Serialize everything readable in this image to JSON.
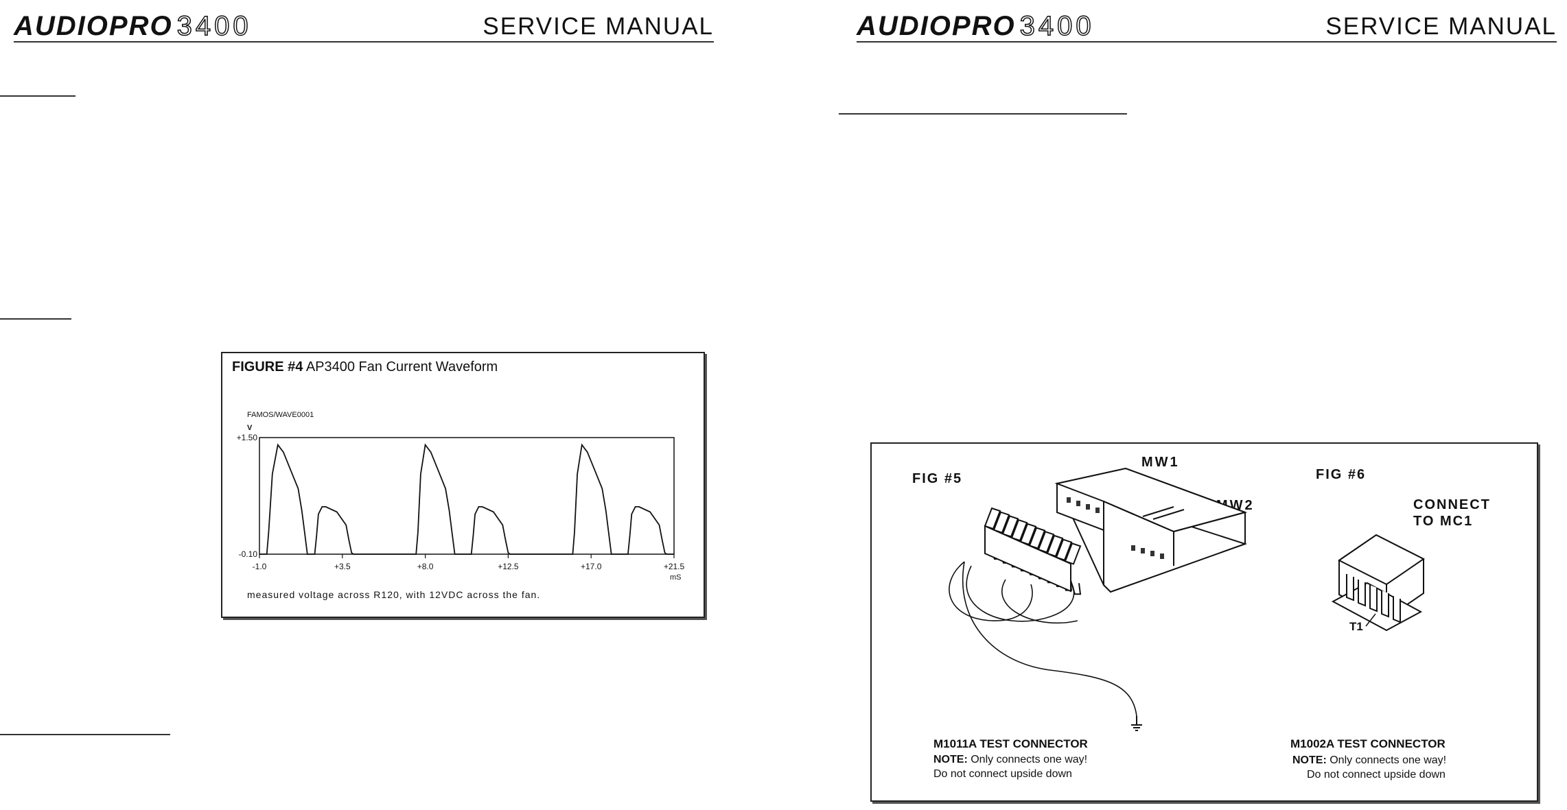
{
  "header": {
    "brand_word": "AUDIOPRO",
    "brand_number": "3400",
    "title": "SERVICE MANUAL"
  },
  "figure4": {
    "title_bold": "FIGURE #4",
    "title_rest": "AP3400 Fan Current Waveform",
    "source_label": "FAMOS/WAVE0001",
    "y_unit": "V",
    "caption": "measured voltage across R120, with 12VDC across the fan.",
    "chart_data": {
      "type": "line",
      "x_unit": "mS",
      "y_unit": "V",
      "xlim": [
        -1.0,
        21.5
      ],
      "ylim": [
        -0.1,
        1.5
      ],
      "x_ticks": [
        "-1.0",
        "+3.5",
        "+8.0",
        "+12.5",
        "+17.0",
        "+21.5"
      ],
      "y_ticks": [
        "+1.50",
        "-0.10"
      ],
      "series": [
        {
          "x": [
            -1.0,
            -0.6,
            -0.5,
            -0.3,
            0.0,
            0.3,
            0.7,
            1.1,
            1.3,
            1.45,
            1.6,
            2.0,
            2.1,
            2.2,
            2.4,
            2.6,
            3.2,
            3.7,
            3.85,
            4.0,
            4.1,
            4.3,
            7.0,
            7.5,
            7.6,
            7.75,
            8.0,
            8.3,
            8.7,
            9.1,
            9.3,
            9.45,
            9.6,
            10.5,
            10.6,
            10.7,
            10.9,
            11.1,
            11.7,
            12.2,
            12.35,
            12.5,
            12.6,
            12.8,
            15.5,
            16.0,
            16.1,
            16.25,
            16.5,
            16.8,
            17.2,
            17.6,
            17.8,
            17.95,
            18.1,
            19.0,
            19.1,
            19.2,
            19.4,
            19.6,
            20.2,
            20.7,
            20.85,
            21.0,
            21.1,
            21.3,
            21.5
          ],
          "y": [
            -0.1,
            -0.1,
            0.2,
            1.0,
            1.4,
            1.3,
            1.05,
            0.8,
            0.5,
            0.2,
            -0.1,
            -0.1,
            0.15,
            0.45,
            0.55,
            0.55,
            0.48,
            0.3,
            0.1,
            -0.08,
            -0.1,
            -0.1,
            -0.1,
            -0.1,
            0.2,
            1.0,
            1.4,
            1.3,
            1.05,
            0.8,
            0.5,
            0.2,
            -0.1,
            -0.1,
            0.15,
            0.45,
            0.55,
            0.55,
            0.48,
            0.3,
            0.1,
            -0.08,
            -0.1,
            -0.1,
            -0.1,
            -0.1,
            0.2,
            1.0,
            1.4,
            1.3,
            1.05,
            0.8,
            0.5,
            0.2,
            -0.1,
            -0.1,
            0.15,
            0.45,
            0.55,
            0.55,
            0.48,
            0.3,
            0.1,
            -0.08,
            -0.1,
            -0.1,
            -0.1
          ]
        }
      ]
    }
  },
  "figure56": {
    "fig5_label": "FIG #5",
    "fig6_label": "FIG #6",
    "mw1_label": "MW1",
    "mw2_label": "MW2",
    "connect_line1": "CONNECT",
    "connect_line2": "TO MC1",
    "t1_label": "T1",
    "m1011": {
      "title": "M1011A TEST CONNECTOR",
      "note_bold": "NOTE:",
      "note_rest": "Only connects one way!",
      "line2": "Do not connect upside down"
    },
    "m1002": {
      "title": "M1002A TEST CONNECTOR",
      "note_bold": "NOTE:",
      "note_rest": "Only connects one way!",
      "line2": "Do not connect upside down"
    }
  }
}
